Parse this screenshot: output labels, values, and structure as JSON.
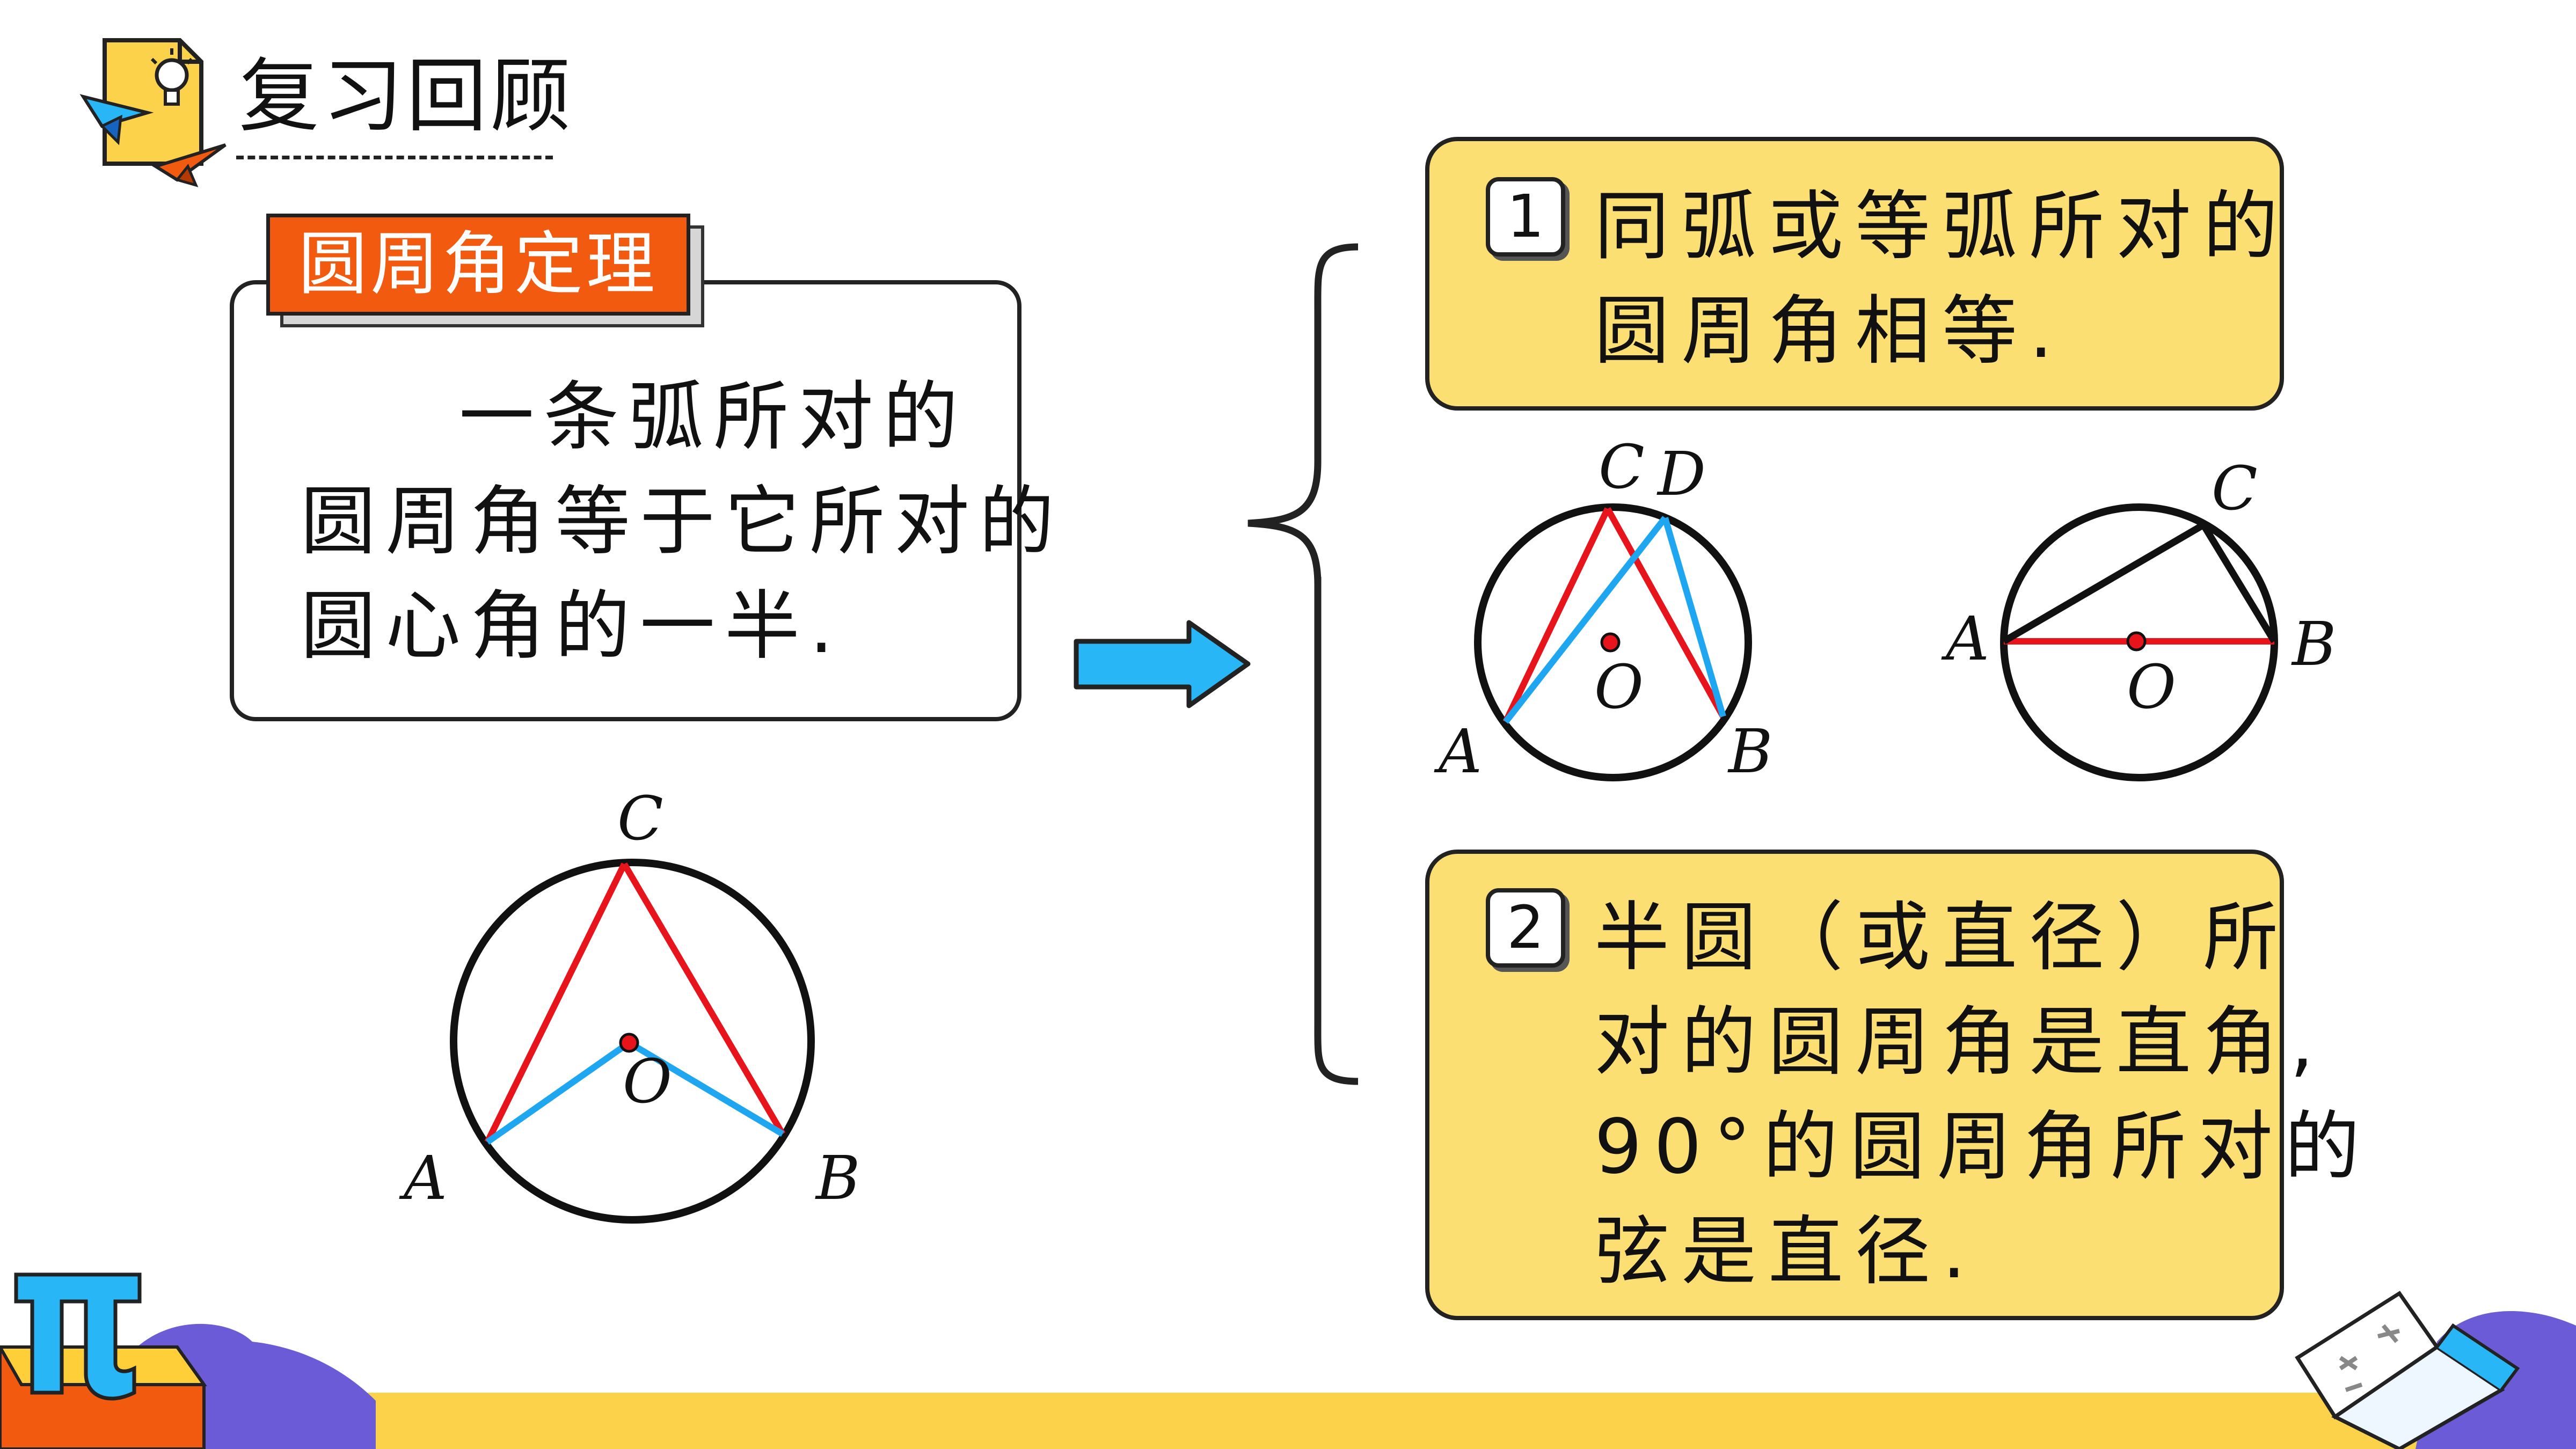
{
  "header": {
    "title": "复习回顾",
    "icon": "lightbulb-paper-plane-icon"
  },
  "theorem": {
    "label": "圆周角定理",
    "lines": [
      "一条弧所对的",
      "圆周角等于它所对的",
      "圆心角的一半."
    ]
  },
  "arrow": {
    "icon": "right-arrow-icon",
    "color": "#29b6f6"
  },
  "corollary1": {
    "number": "1",
    "lines": [
      "同弧或等弧所对的",
      "圆周角相等."
    ]
  },
  "corollary2": {
    "number": "2",
    "lines": [
      "半圆（或直径）所",
      "对的圆周角是直角,",
      "90°的圆周角所对的",
      "弦是直径."
    ]
  },
  "diagram_main": {
    "points": {
      "A": "A",
      "B": "B",
      "C": "C",
      "O": "O"
    }
  },
  "diagram_same_arc": {
    "points": {
      "A": "A",
      "B": "B",
      "C": "C",
      "D": "D",
      "O": "O"
    }
  },
  "diagram_diameter": {
    "points": {
      "A": "A",
      "B": "B",
      "C": "C",
      "O": "O"
    }
  },
  "colors": {
    "red": "#e8141c",
    "blue": "#1ea7f0",
    "yellow": "#fcdf73",
    "orange": "#f25a0f"
  },
  "decorations": {
    "bottom_left": "pi-icon",
    "bottom_right": "math-book-icon"
  }
}
